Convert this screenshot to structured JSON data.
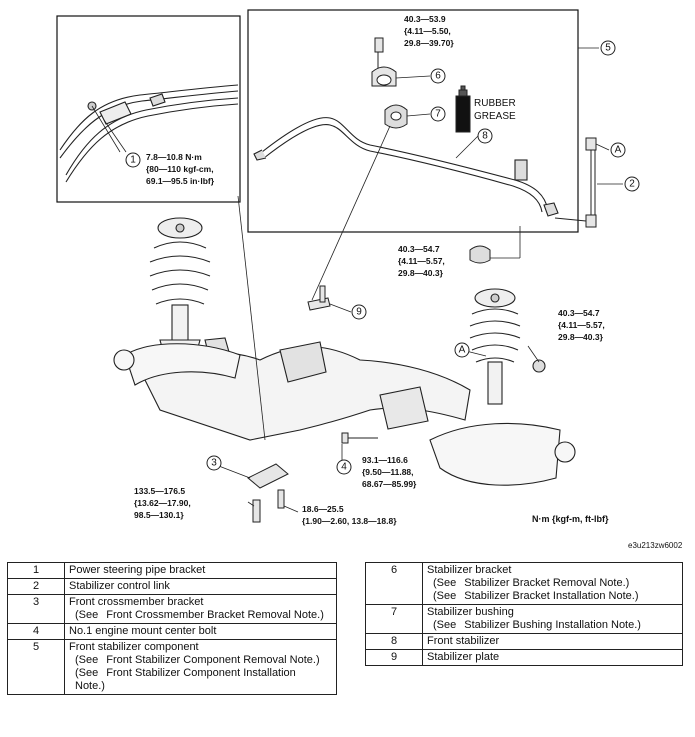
{
  "figure": {
    "image_code": "e3u213zw6002",
    "units": "N·m {kgf-m, ft-lbf}",
    "grease_label": [
      "RUBBER",
      "GREASE"
    ],
    "callouts": [
      "1",
      "2",
      "3",
      "4",
      "5",
      "6",
      "7",
      "8",
      "9",
      "A",
      "A"
    ],
    "torques": {
      "t1": [
        "7.8—10.8 N·m",
        "{80—110 kgf-cm,",
        "69.1—95.5 in·lbf}"
      ],
      "t6": [
        "40.3—53.9",
        "{4.11—5.50,",
        "29.8—39.70}"
      ],
      "t_bush": [
        "40.3—54.7",
        "{4.11—5.57,",
        "29.8—40.3}"
      ],
      "t_link": [
        "40.3—54.7",
        "{4.11—5.57,",
        "29.8—40.3}"
      ],
      "t4": [
        "93.1—116.6",
        "{9.50—11.88,",
        "68.67—85.99}"
      ],
      "t3a": [
        "133.5—176.5",
        "{13.62—17.90,",
        "98.5—130.1}"
      ],
      "t3b": [
        "18.6—25.5",
        "{1.90—2.60, 13.8—18.8}"
      ]
    }
  },
  "legend_left": [
    {
      "num": "1",
      "title": "Power steering pipe bracket",
      "notes": []
    },
    {
      "num": "2",
      "title": "Stabilizer control link",
      "notes": []
    },
    {
      "num": "3",
      "title": "Front crossmember bracket",
      "notes": [
        {
          "see": "(See",
          "ref": "Front Crossmember Bracket Removal Note.)"
        }
      ]
    },
    {
      "num": "4",
      "title": "No.1 engine mount center bolt",
      "notes": []
    },
    {
      "num": "5",
      "title": "Front stabilizer component",
      "notes": [
        {
          "see": "(See",
          "ref": "Front Stabilizer Component Removal Note.)"
        },
        {
          "see": "(See",
          "ref": "Front Stabilizer Component Installation Note.)"
        }
      ]
    }
  ],
  "legend_right": [
    {
      "num": "6",
      "title": "Stabilizer bracket",
      "notes": [
        {
          "see": "(See",
          "ref": "Stabilizer Bracket Removal Note.)"
        },
        {
          "see": "(See",
          "ref": "Stabilizer Bracket Installation Note.)"
        }
      ]
    },
    {
      "num": "7",
      "title": "Stabilizer bushing",
      "notes": [
        {
          "see": "(See",
          "ref": "Stabilizer Bushing Installation Note.)"
        }
      ]
    },
    {
      "num": "8",
      "title": "Front stabilizer",
      "notes": []
    },
    {
      "num": "9",
      "title": "Stabilizer plate",
      "notes": []
    }
  ]
}
